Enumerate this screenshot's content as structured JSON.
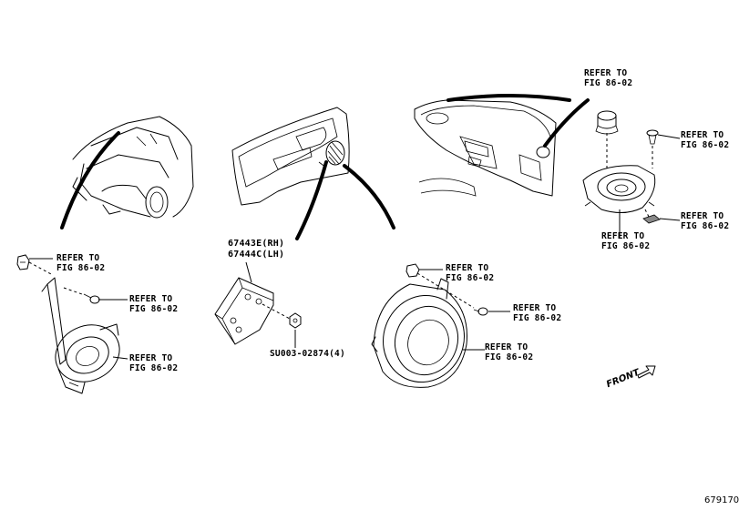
{
  "refer_label": "REFER TO",
  "refs": {
    "r1": "FIG 86-02",
    "r2": "FIG 86-02",
    "r3": "FIG 86-02",
    "r4": "FIG 86-02",
    "r5": "FIG 86-02",
    "r6": "FIG 86-02",
    "r7": "FIG 86-02",
    "r8": "FIG 86-02",
    "r9": "FIG 86-02",
    "r10": "FIG 86-02"
  },
  "parts": {
    "bracket_rh": "67443E(RH)",
    "bracket_lh": "67444C(LH)",
    "nut": "SU003-02874(4)"
  },
  "front_label": "FRONT",
  "figure_number": "679170"
}
